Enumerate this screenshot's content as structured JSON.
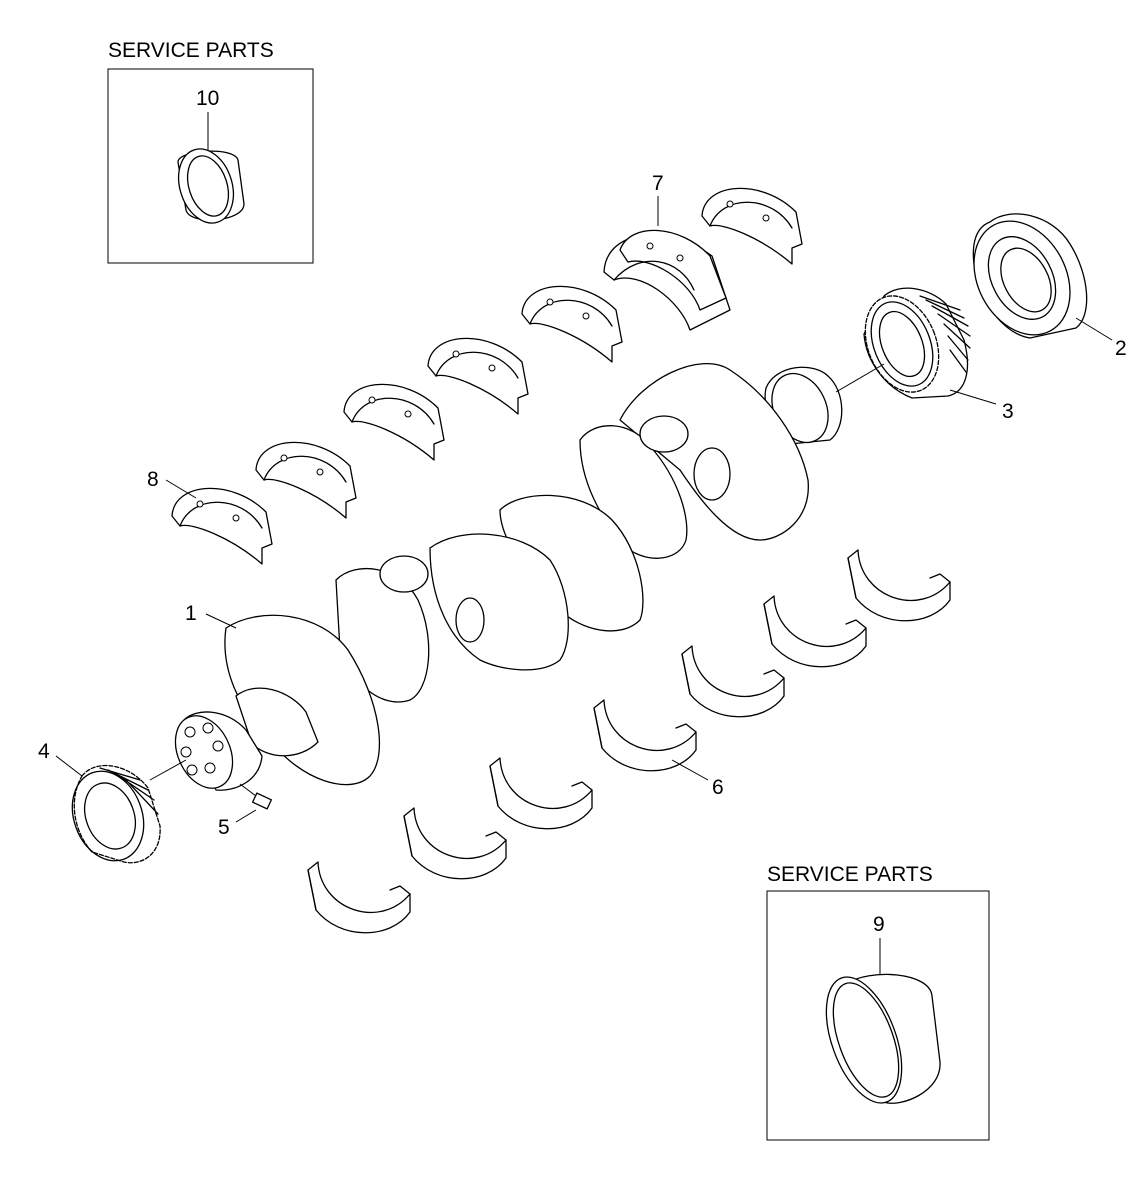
{
  "service_parts_top": {
    "title": "SERVICE PARTS",
    "callout": "10"
  },
  "service_parts_bottom": {
    "title": "SERVICE PARTS",
    "callout": "9"
  },
  "callouts": {
    "crankshaft": "1",
    "rear_oil_seal": "2",
    "rear_gear": "3",
    "front_gear": "4",
    "pin": "5",
    "lower_bearing": "6",
    "thrust_bearing": "7",
    "upper_bearing": "8"
  },
  "colors": {
    "line": "#000000",
    "background": "#ffffff"
  }
}
